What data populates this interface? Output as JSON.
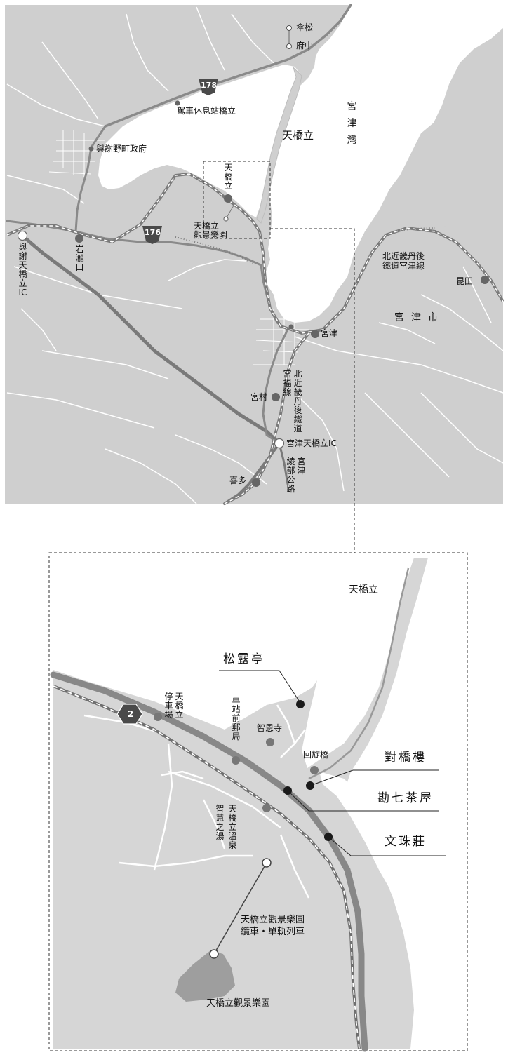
{
  "top_map": {
    "water_label": "天橋立",
    "bay_label": "宮津灣",
    "district_label": "宮津市",
    "stations": {
      "kasamatsu": "傘松",
      "fuchu": "府中",
      "amanohashidate": "天橋立",
      "iwataki": "岩瀧口",
      "miyazu": "宮津",
      "miyamura": "宮村",
      "kita": "喜多",
      "konda": "昆田"
    },
    "places": {
      "rest_area": "駕車休息站橋立",
      "town_office": "與謝野町政府",
      "park": "天橋立觀景樂園",
      "yosano_ic": "與謝天橋立IC",
      "miyazu_ic": "宮津天橋立IC"
    },
    "lines": {
      "miyazu_line": "北近畿丹後鐵道宮津線",
      "miyafuku_line": "北近畿丹後鐵道宮福線",
      "expressway": "宮津綾部公路"
    },
    "routes": [
      "178",
      "176"
    ]
  },
  "detail_map": {
    "sandbar_label": "天橋立",
    "route": "2",
    "parking": "天橋立停車場",
    "post_office": "車站前郵局",
    "temple": "智恩寺",
    "bridge": "回旋橋",
    "onsen": "天橋立溫泉",
    "onsen_name": "智慧之湯",
    "ropeway": "天橋立觀景樂園纜車・單軌列車",
    "ropeway_line1": "天橋立觀景樂園",
    "ropeway_line2": "纜車・單軌列車",
    "park": "天橋立觀景樂園",
    "highlights": [
      "松露亭",
      "對橋樓",
      "勘七茶屋",
      "文珠莊"
    ]
  }
}
